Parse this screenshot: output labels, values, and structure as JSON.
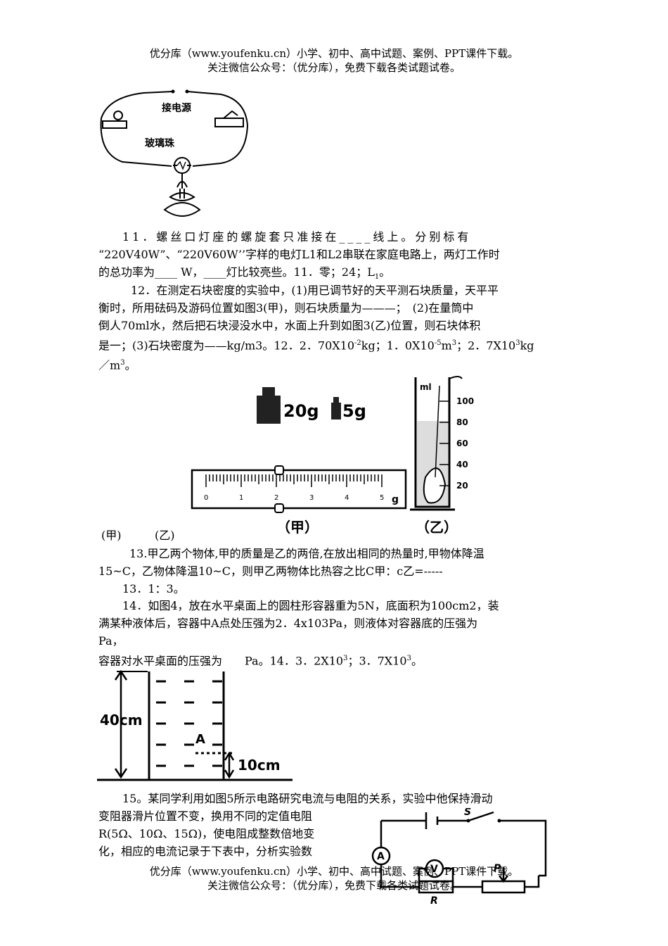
{
  "header": {
    "line1": "优分库（www.youfenku.cn）小学、初中、高中试题、案例、PPT课件下载。",
    "line2": "关注微信公众号：（优分库），免费下载各类试题试卷。"
  },
  "footer": {
    "line1": "优分库（www.youfenku.cn）小学、初中、高中试题、案例、PPT课件下载。",
    "line2": "关注微信公众号：（优分库），免费下载各类试题试卷。"
  },
  "fig_circuit": {
    "label_power": "接电源",
    "label_bead": "玻璃珠"
  },
  "q11": {
    "line1": "11．螺丝口灯座的螺旋套只准接在____线上。分别标有",
    "line2": "“220V40W”、“220V60W’’字样的电灯L1和L2串联在家庭电路上，两灯工作时",
    "line3a": "的总功率为____ W，____灯比较亮些。11．零；24；L",
    "line3_sub": "1",
    "line3b": "。"
  },
  "q12": {
    "line1": "12．在测定石块密度的实验中，(1)用已调节好的天平测石块质量，天平平",
    "line2": "衡时，所用砝码及游码位置如图3(甲)，则石块质量为———；　(2)在量筒中",
    "line3": "倒人70ml水，然后把石块浸没水中，水面上升到如图3(乙)位置，则石块体积",
    "line4a": "是一；(3)石块密度为——kg/m3。12．2．70X10",
    "line4_sup1": "-2",
    "line4b": "kg；1．0X10",
    "line4_sup2": "-5",
    "line4c": "m",
    "line4_sup3": "3",
    "line4d": "；2．7X10",
    "line4_sup4": "3",
    "line4e": "kg",
    "line5a": "／m",
    "line5_sup": "3",
    "line5b": "。"
  },
  "fig3": {
    "weight1": "20g",
    "weight2": "5g",
    "ruler_ticks": [
      "0",
      "1",
      "2",
      "3",
      "4",
      "5"
    ],
    "ruler_unit": "g",
    "cylinder_unit": "ml",
    "cylinder_ticks": [
      "100",
      "80",
      "60",
      "40",
      "20"
    ],
    "caption_jia": "（甲）",
    "caption_yi": "（乙）",
    "side_jia": "(甲)",
    "side_yi": "(乙)"
  },
  "q13": {
    "line1": "13.甲乙两个物体,甲的质量是乙的两倍,在放出相同的热量时,甲物体降温",
    "line2": "15~C，乙物体降温10~C，则甲乙两物体比热容之比C甲：c乙=-----",
    "answer": "13．1：3。"
  },
  "q14": {
    "line1": "14．如图4，放在水平桌面上的圆柱形容器重为5N，底面积为100cm2，装",
    "line2": "满某种液体后，容器中A点处压强为2．4x103Pa，则液体对容器底的压强为",
    "line3": "Pa，",
    "line4a": "容器对水平桌面的压强为　　Pa。14．3．2X10",
    "line4_sup1": "3",
    "line4b": "；3．7X10",
    "line4_sup2": "3",
    "line4c": "。"
  },
  "fig4": {
    "height_label": "40cm",
    "point_label": "A",
    "depth_label": "10cm"
  },
  "q15": {
    "line1": "15。某同学利用如图5所示电路研究电流与电阻的关系，实验中他保持滑动",
    "line2": "变阻器滑片位置不变，换用不同的定值电阻",
    "line3": "R(5Ω、10Ω、15Ω)，使电阻成整数倍地变",
    "line4": "化，相应的电流记录于下表中，分析实验数"
  },
  "fig5": {
    "switch_label": "S",
    "ammeter_label": "A",
    "voltmeter_label": "V",
    "slider_label": "P",
    "resistor_label": "R"
  }
}
